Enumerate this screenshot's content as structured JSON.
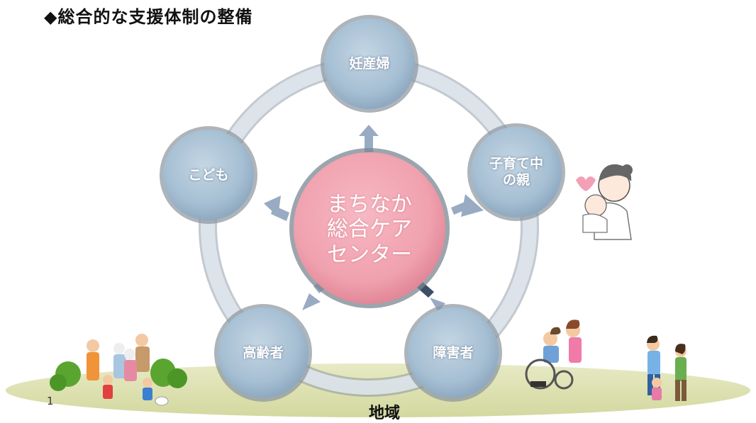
{
  "title": "◆総合的な支援体制の整備",
  "center": {
    "label": "まちなか\n総合ケア\nセンター",
    "color": "#f2a6b2"
  },
  "nodes": [
    {
      "id": "pregnant",
      "label": "妊産婦"
    },
    {
      "id": "parents",
      "label": "子育て中\nの親"
    },
    {
      "id": "disabled",
      "label": "障害者"
    },
    {
      "id": "elderly",
      "label": "高齢者"
    },
    {
      "id": "children",
      "label": "こども"
    }
  ],
  "region_label": "地域",
  "page_number": "1",
  "colors": {
    "node_fill": "#aac2d6",
    "ring": "#c9d3db",
    "ground": "#dfe3b4",
    "arrow": "#8fa5bf"
  },
  "illustrations": [
    "mother-baby-illustration",
    "family-illustration",
    "wheelchair-illustration",
    "walking-family-illustration"
  ]
}
